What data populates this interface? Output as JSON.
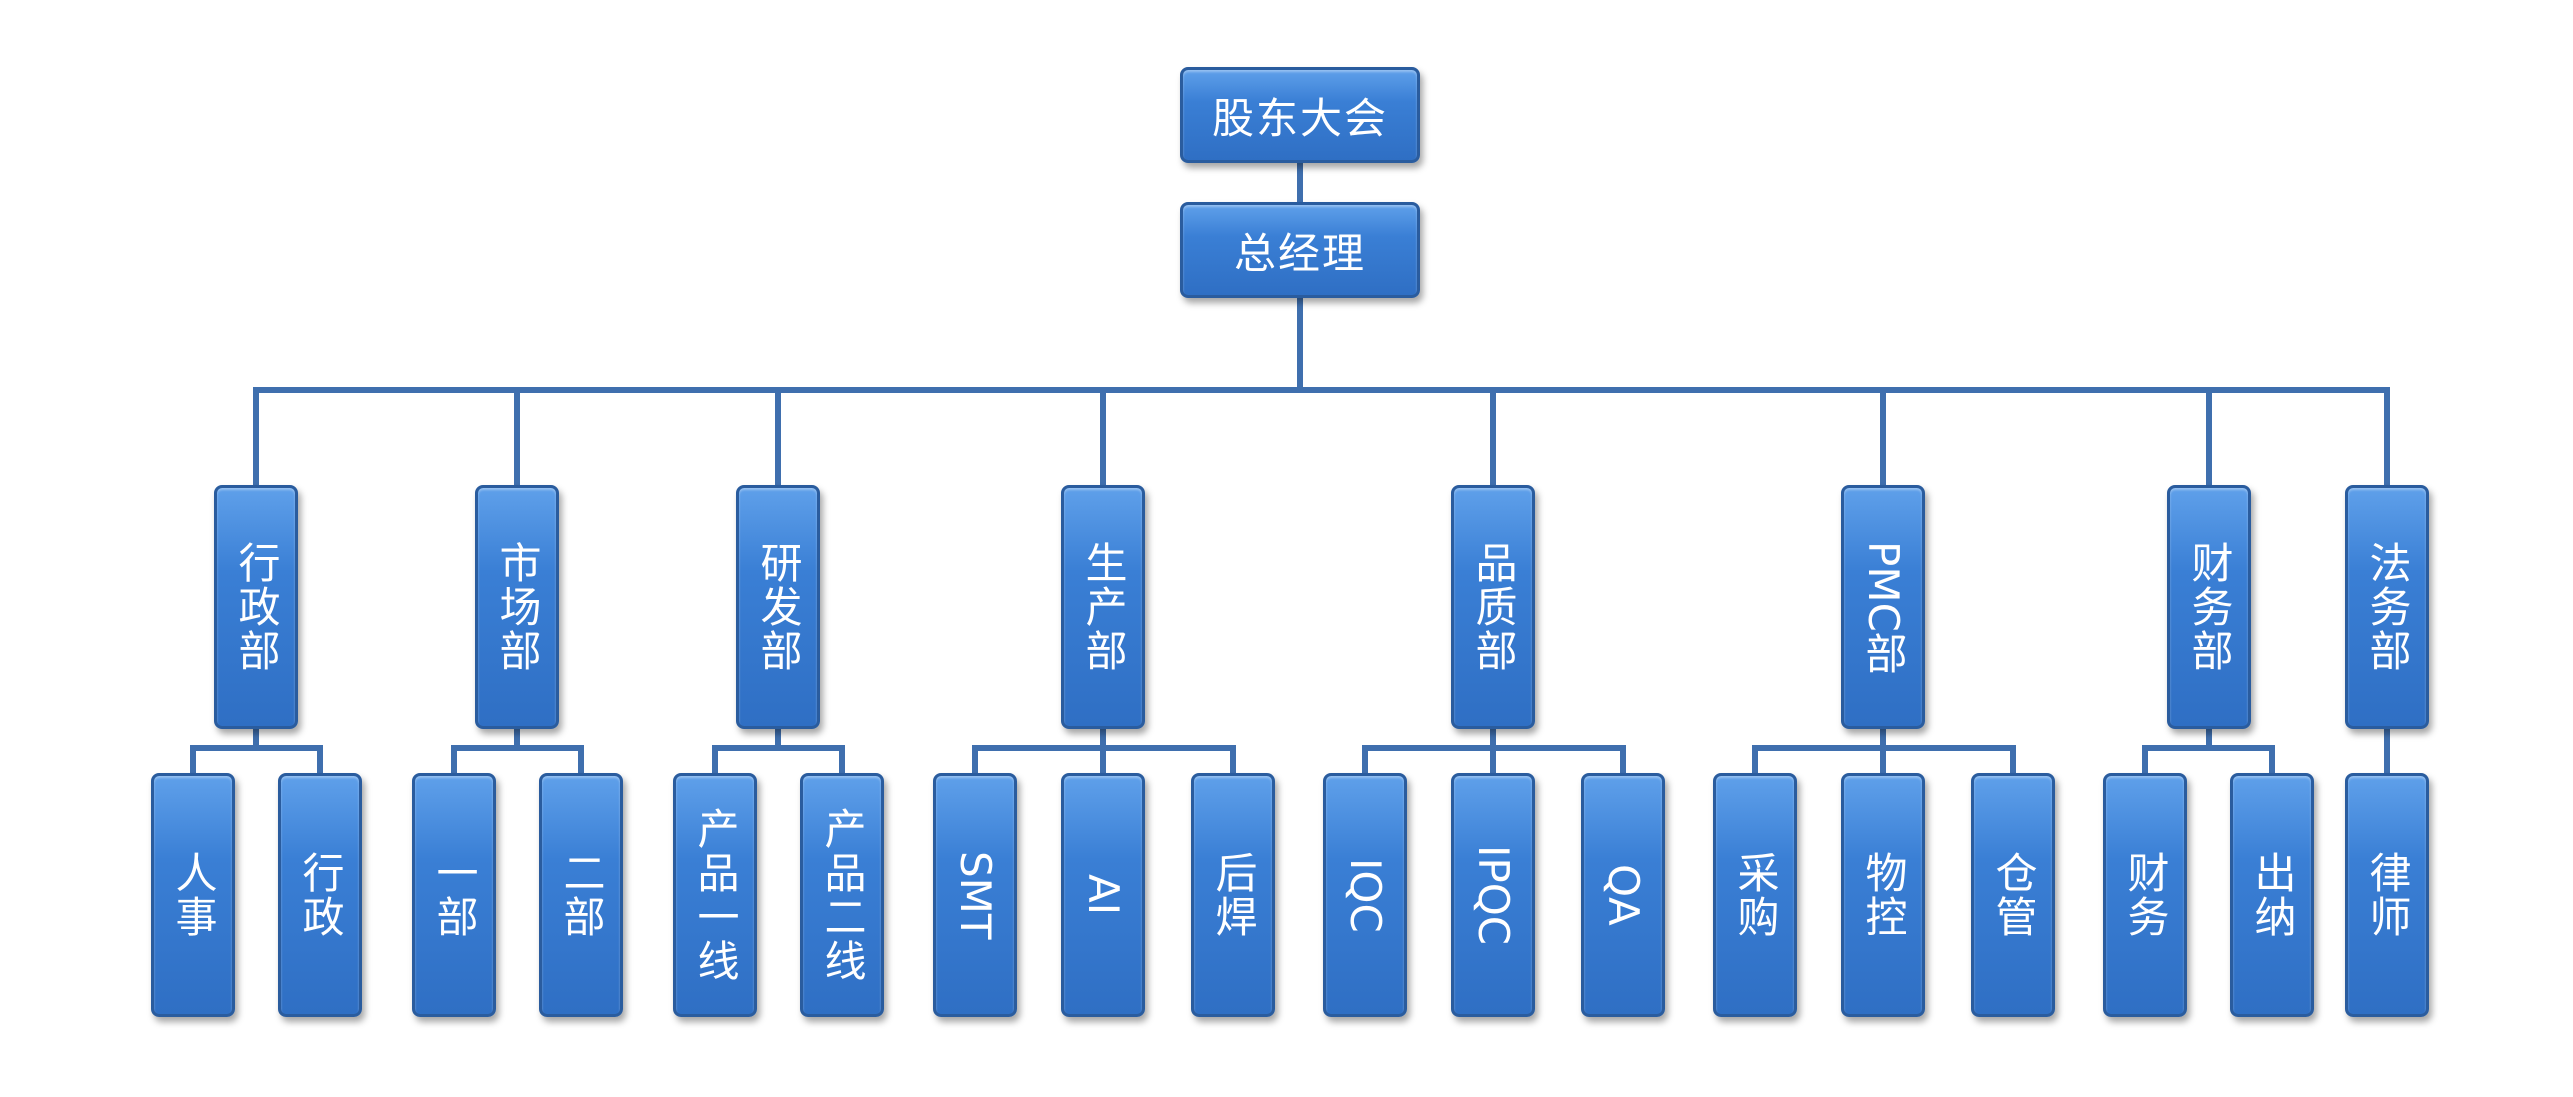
{
  "root": "股东大会",
  "ceo": "总经理",
  "departments": [
    {
      "name": "行政部",
      "children": [
        "人事",
        "行政"
      ]
    },
    {
      "name": "市场部",
      "children": [
        "一部",
        "二部"
      ]
    },
    {
      "name": "研发部",
      "children": [
        "产品一线",
        "产品二线"
      ]
    },
    {
      "name": "生产部",
      "children": [
        "SMT",
        "AI",
        "后焊"
      ]
    },
    {
      "name": "品质部",
      "children": [
        "IQC",
        "IPQC",
        "QA"
      ]
    },
    {
      "name": "PMC部",
      "children": [
        "采购",
        "物控",
        "仓管"
      ]
    },
    {
      "name": "财务部",
      "children": [
        "财务",
        "出纳"
      ]
    },
    {
      "name": "法务部",
      "children": [
        "律师"
      ]
    }
  ],
  "colors": {
    "box_fill": "#3a7fd5",
    "box_border": "#2a5c9e",
    "connector": "#3f6fae",
    "text": "#ffffff"
  }
}
